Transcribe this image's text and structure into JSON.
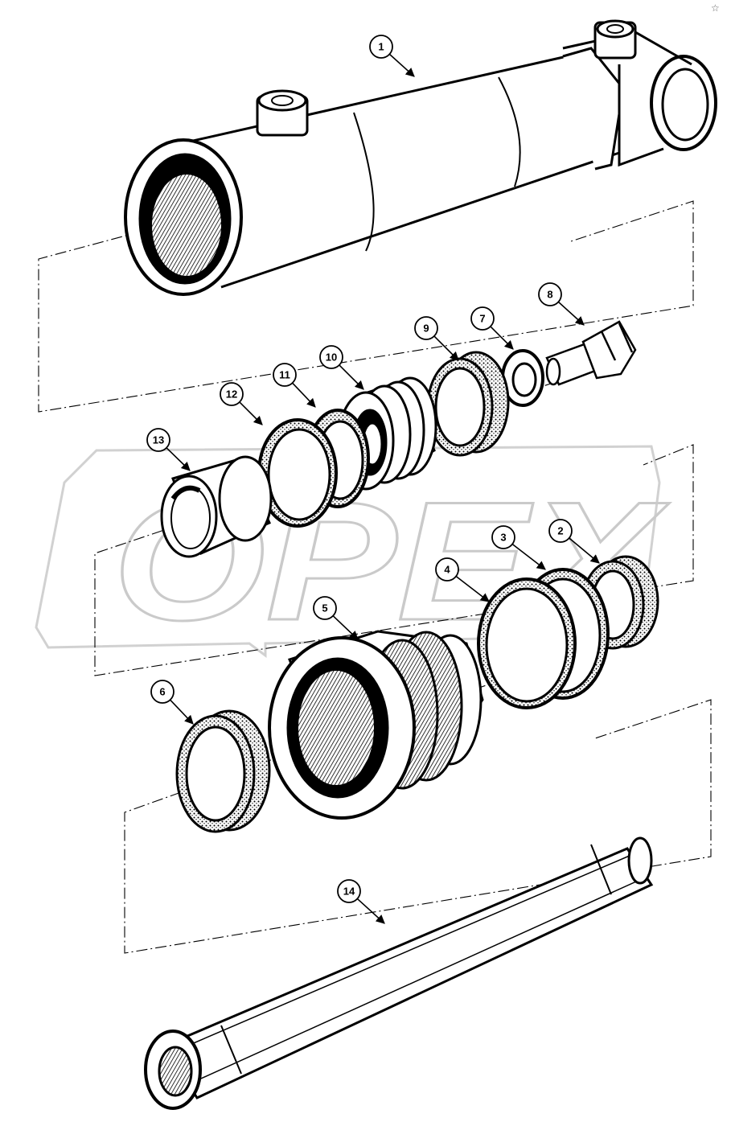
{
  "watermark": {
    "text": "OPEX"
  },
  "corner_mark": "☆",
  "callouts": [
    {
      "id": "1",
      "label": "1"
    },
    {
      "id": "2",
      "label": "2"
    },
    {
      "id": "3",
      "label": "3"
    },
    {
      "id": "4",
      "label": "4"
    },
    {
      "id": "5",
      "label": "5"
    },
    {
      "id": "6",
      "label": "6"
    },
    {
      "id": "7",
      "label": "7"
    },
    {
      "id": "8",
      "label": "8"
    },
    {
      "id": "9",
      "label": "9"
    },
    {
      "id": "10",
      "label": "10"
    },
    {
      "id": "11",
      "label": "11"
    },
    {
      "id": "12",
      "label": "12"
    },
    {
      "id": "13",
      "label": "13"
    },
    {
      "id": "14",
      "label": "14"
    }
  ]
}
